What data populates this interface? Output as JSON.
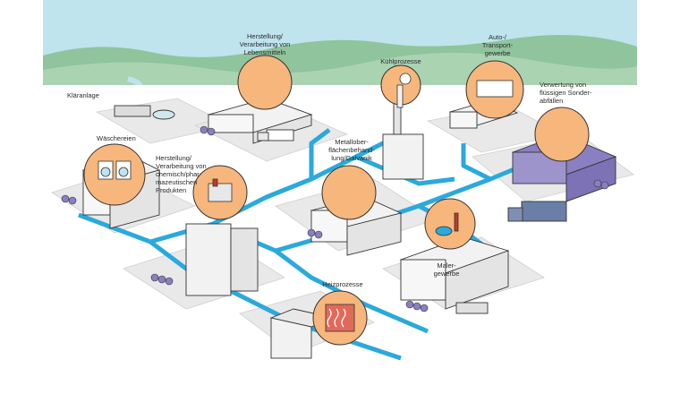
{
  "labels": {
    "klaeranlage": "Kläranlage",
    "lebensmittel": "Herstellung/\nVerarbeitung von\nLebensmitteln",
    "kuehlprozesse": "Kühlprozesse",
    "auto": "Auto-/\nTransport-\ngewerbe",
    "sonderabfaelle": "Verwertung von\nflüssigen Sonder-\nabfällen",
    "waeschereien": "Wäschereien",
    "pharma": "Herstellung/\nVerarbeitung von\nchemisch/phar-\nmazeutischen\nProdukten",
    "galvanik": "Metallober-\nflächenbehand-\nlung/Galvanik",
    "maler": "Maler-\ngewerbe",
    "heiz": "Heizprozesse"
  },
  "colors": {
    "sky": "#bfe4ee",
    "pipe": "#2aa9dc",
    "pipe_dark": "#1c86b8",
    "bubble": "#f6b67c",
    "hills": "#8fc49d",
    "ground": "#e9e9e9",
    "building": "#f2f2f2",
    "purple": "#8a7fc0",
    "outline": "#333333"
  },
  "icons": [
    "washing-machine-icon",
    "factory-icon",
    "chimney-icon",
    "truck-icon",
    "barrel-icon",
    "paint-bucket-icon",
    "radiator-icon"
  ]
}
